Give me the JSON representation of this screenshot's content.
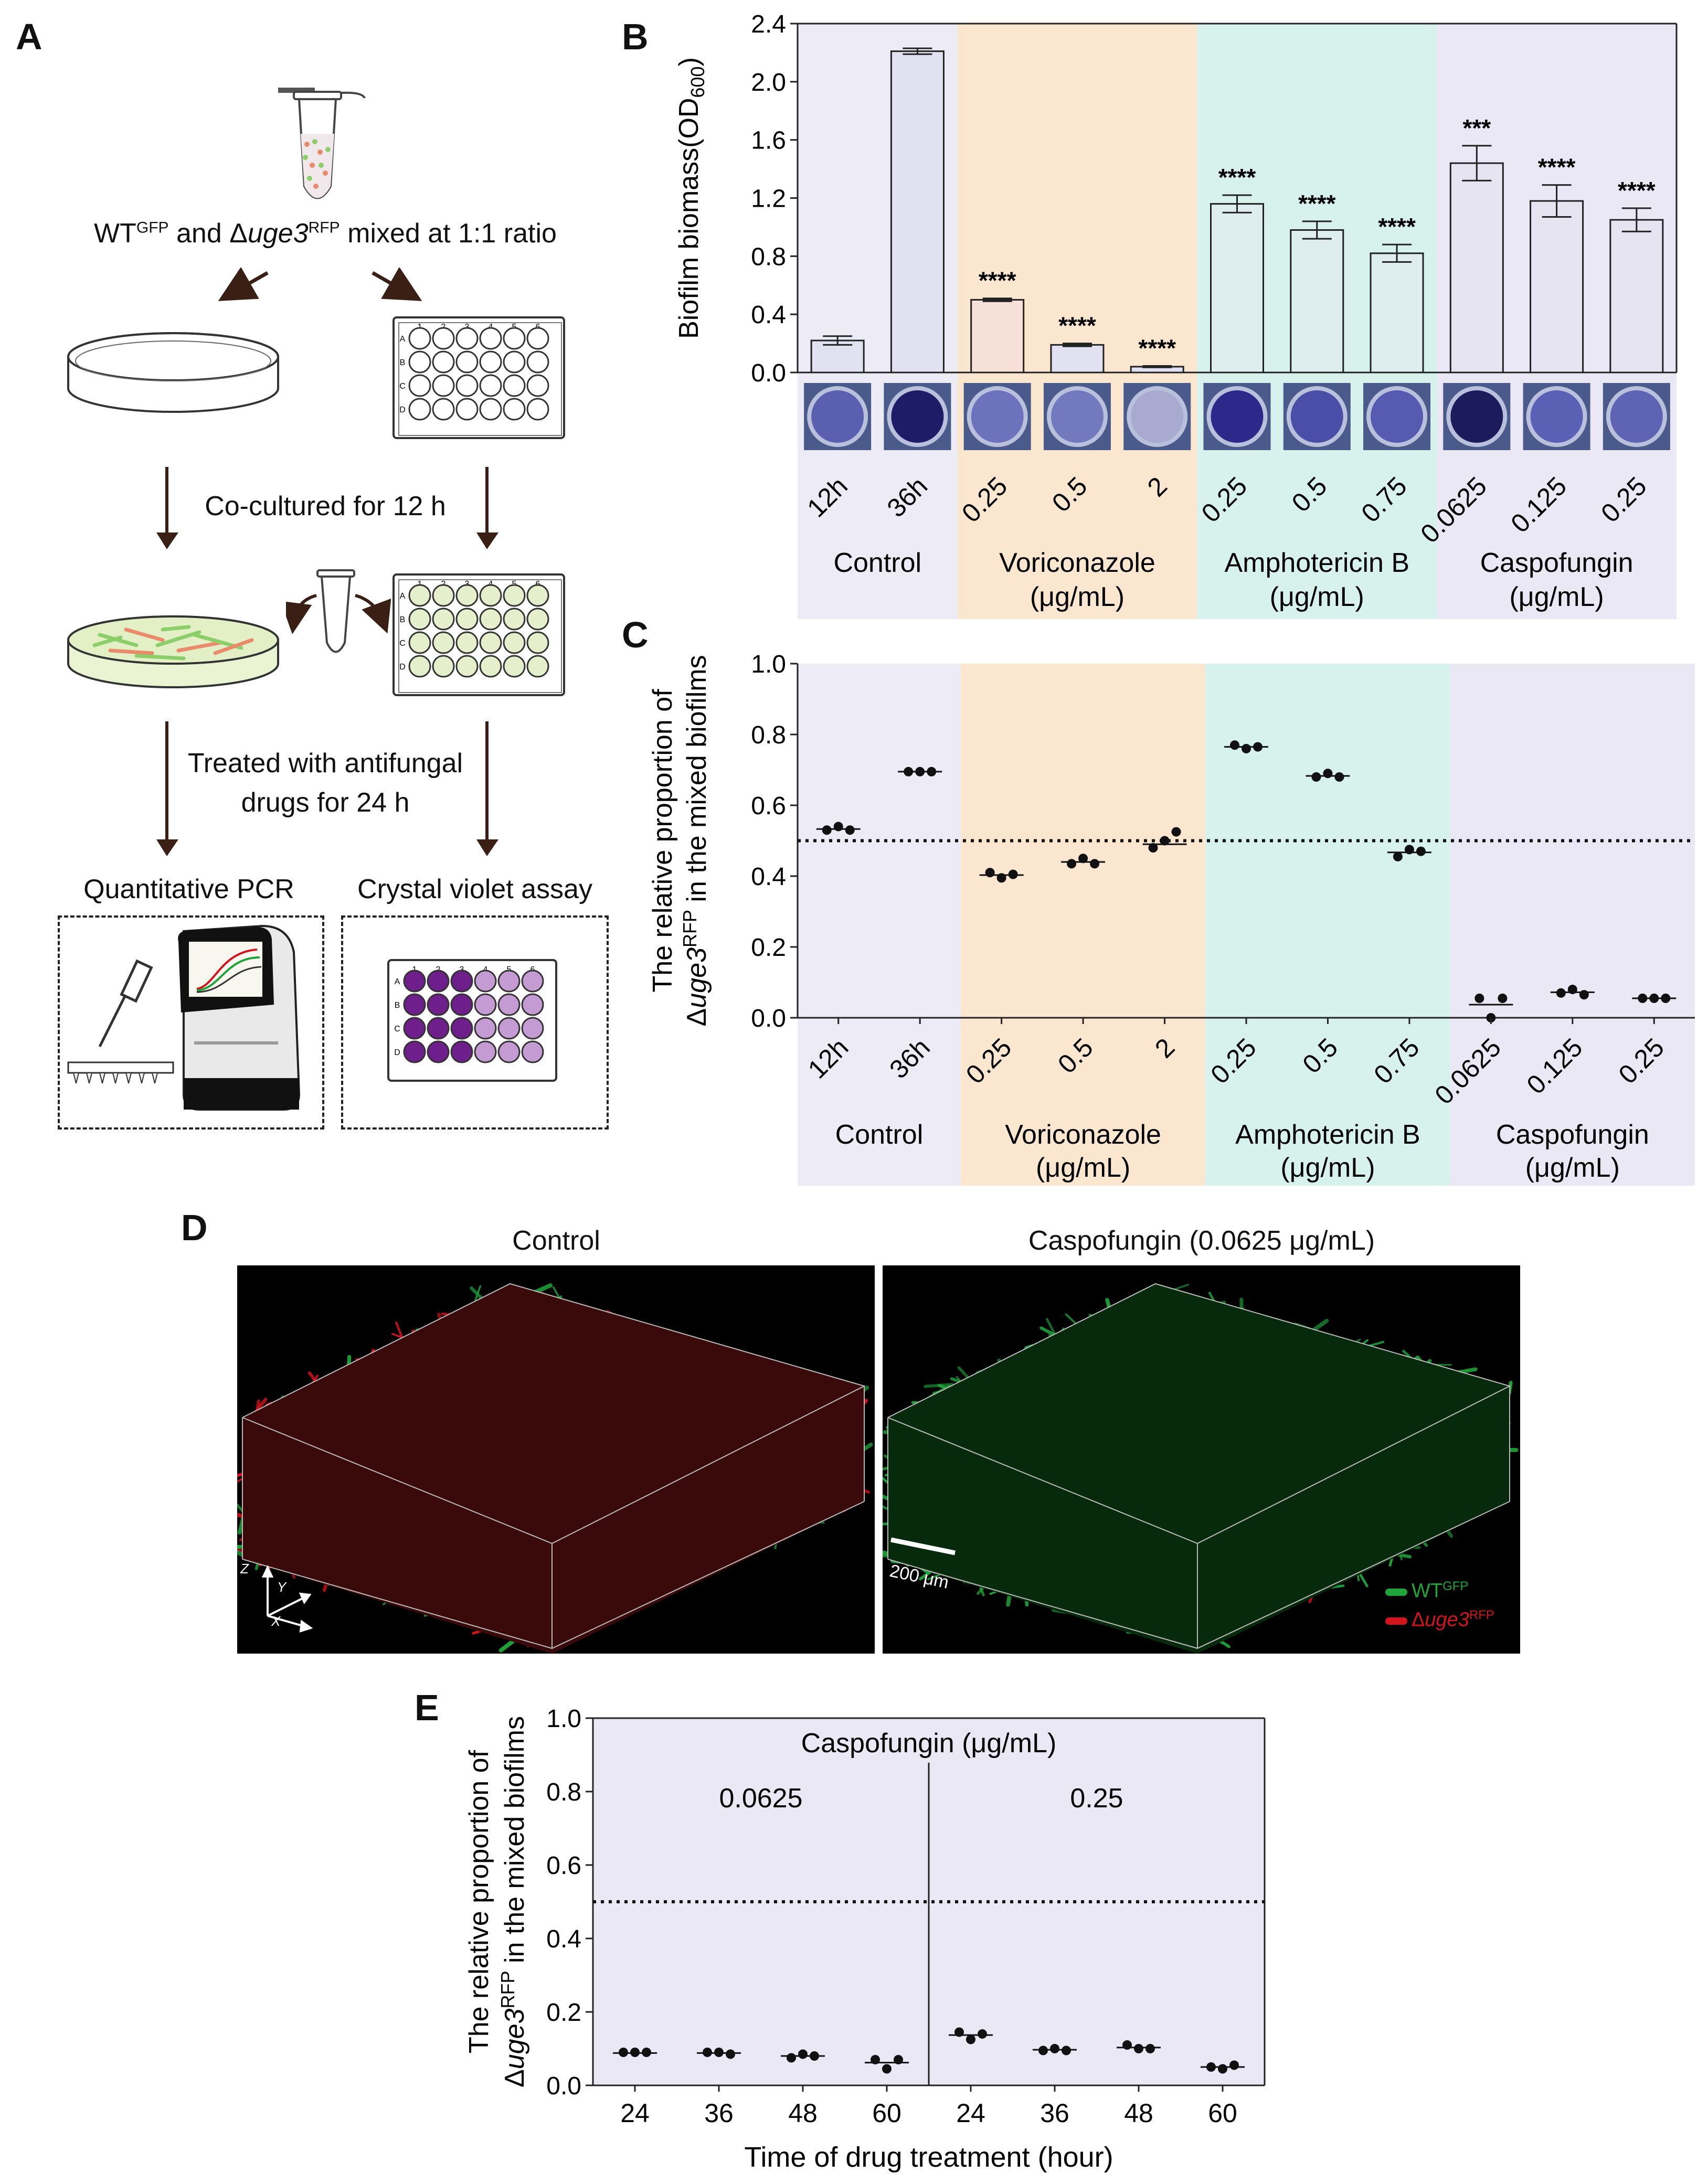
{
  "panels": {
    "a": "A",
    "b": "B",
    "c": "C",
    "d": "D",
    "e": "E"
  },
  "panelA": {
    "mix_label_parts": {
      "wt": "WT",
      "gfp": "GFP",
      "and": " and Δ",
      "uge": "uge3",
      "rfp": "RFP",
      "rest": " mixed at 1:1 ratio"
    },
    "cocultured": "Co-cultured for 12 h",
    "treated_line1": "Treated with antifungal",
    "treated_line2": "drugs for 24 h",
    "qpcr": "Quantitative PCR",
    "cv": "Crystal violet assay",
    "plate_cols": [
      "1",
      "2",
      "3",
      "4",
      "5",
      "6"
    ],
    "plate_rows": [
      "A",
      "B",
      "C",
      "D"
    ],
    "colors": {
      "arrow": "#3a1f14",
      "wt": "#8ccf6a",
      "mut": "#e98b6b",
      "purple_dark": "#6e1f8c",
      "purple_light": "#c49bd3"
    }
  },
  "groups": [
    {
      "name": "Control",
      "unit": "",
      "color": "#ecebf6"
    },
    {
      "name": "Voriconazole",
      "unit": "(μg/mL)",
      "color": "#fbe6cf"
    },
    {
      "name": "Amphotericin B",
      "unit": "(μg/mL)",
      "color": "#d7f1ec"
    },
    {
      "name": "Caspofungin",
      "unit": "(μg/mL)",
      "color": "#ebe8f5"
    }
  ],
  "chart_data": [
    {
      "id": "B",
      "type": "bar",
      "ylabel": "Biofilm biomass(OD600)",
      "ylabel_main": "Biofilm biomass(OD",
      "ylabel_sub": "600",
      "ylabel_end": ")",
      "ylim": [
        0,
        2.4
      ],
      "yticks": [
        "0.0",
        "0.4",
        "0.8",
        "1.2",
        "1.6",
        "2.0",
        "2.4"
      ],
      "categories": [
        "12h",
        "36h",
        "0.25",
        "0.5",
        "2",
        "0.25",
        "0.5",
        "0.75",
        "0.0625",
        "0.125",
        "0.25"
      ],
      "values": [
        0.22,
        2.21,
        0.5,
        0.19,
        0.04,
        1.16,
        0.98,
        0.82,
        1.44,
        1.18,
        1.05
      ],
      "errors": [
        0.03,
        0.02,
        0.01,
        0.01,
        0.005,
        0.06,
        0.06,
        0.06,
        0.12,
        0.11,
        0.08
      ],
      "significance": [
        "",
        "",
        "****",
        "****",
        "****",
        "****",
        "****",
        "****",
        "***",
        "****",
        "****"
      ],
      "bar_colors": [
        "#e2e1f1",
        "#e2e1f1",
        "#f6e0d8",
        "#e2e1f1",
        "#e2e1f1",
        "#deeeee",
        "#deeeee",
        "#deeeee",
        "#e7e4f2",
        "#e7e4f2",
        "#e7e4f2"
      ],
      "well_stain": [
        "#5a5fb0",
        "#1e1c66",
        "#6c72bb",
        "#7379bd",
        "#a8abcf",
        "#2b2a8a",
        "#4b4ea7",
        "#565ab0",
        "#1c1b5c",
        "#5a60b3",
        "#5e63b3"
      ]
    },
    {
      "id": "C",
      "type": "scatter",
      "ylabel": "The relative proportion of Δuge3RFP in the mixed biofilms",
      "ylabel_line1": "The relative proportion of",
      "ylabel_line2_pre": "Δ",
      "ylabel_line2_it": "uge3",
      "ylabel_line2_sup": "RFP",
      "ylabel_line2_post": " in the mixed biofilms",
      "ylim": [
        0,
        1.0
      ],
      "yticks": [
        "0.0",
        "0.2",
        "0.4",
        "0.6",
        "0.8",
        "1.0"
      ],
      "reference_line": 0.5,
      "categories": [
        "12h",
        "36h",
        "0.25",
        "0.5",
        "2",
        "0.25",
        "0.5",
        "0.75",
        "0.0625",
        "0.125",
        "0.25"
      ],
      "points": [
        [
          0.53,
          0.54,
          0.53
        ],
        [
          0.695,
          0.695,
          0.695
        ],
        [
          0.41,
          0.395,
          0.405
        ],
        [
          0.435,
          0.45,
          0.435
        ],
        [
          0.48,
          0.5,
          0.525
        ],
        [
          0.77,
          0.76,
          0.765
        ],
        [
          0.68,
          0.69,
          0.68
        ],
        [
          0.455,
          0.475,
          0.47
        ],
        [
          0.055,
          0.0,
          0.055
        ],
        [
          0.07,
          0.08,
          0.065
        ],
        [
          0.055,
          0.055,
          0.055
        ]
      ],
      "means": [
        0.533,
        0.695,
        0.403,
        0.44,
        0.49,
        0.765,
        0.683,
        0.467,
        0.037,
        0.072,
        0.055
      ]
    },
    {
      "id": "E",
      "type": "scatter",
      "ylabel": "The relative proportion of Δuge3RFP in the mixed biofilms",
      "title": "Caspofungin (μg/mL)",
      "group_labels": [
        "0.0625",
        "0.25"
      ],
      "xlabel": "Time of drug treatment (hour)",
      "ylim": [
        0,
        1.0
      ],
      "yticks": [
        "0.0",
        "0.2",
        "0.4",
        "0.6",
        "0.8",
        "1.0"
      ],
      "reference_line": 0.5,
      "categories": [
        "24",
        "36",
        "48",
        "60",
        "24",
        "36",
        "48",
        "60"
      ],
      "points": [
        [
          0.09,
          0.09,
          0.09
        ],
        [
          0.09,
          0.09,
          0.085
        ],
        [
          0.075,
          0.085,
          0.08
        ],
        [
          0.07,
          0.045,
          0.07
        ],
        [
          0.145,
          0.125,
          0.14
        ],
        [
          0.095,
          0.1,
          0.095
        ],
        [
          0.11,
          0.1,
          0.1
        ],
        [
          0.05,
          0.045,
          0.055
        ]
      ],
      "means": [
        0.088,
        0.088,
        0.08,
        0.062,
        0.137,
        0.097,
        0.103,
        0.05
      ]
    }
  ],
  "panelD": {
    "title_left": "Control",
    "title_right": "Caspofungin (0.0625 μg/mL)",
    "scale_bar": "200 μm",
    "axes": {
      "x": "X",
      "y": "Y",
      "z": "Z"
    },
    "legend_wt_main": "WT",
    "legend_wt_sup": "GFP",
    "legend_mut_pre": "Δ",
    "legend_mut_it": "uge3",
    "legend_mut_sup": "RFP",
    "colors": {
      "green": "#1fa33a",
      "red": "#d3141a"
    }
  }
}
